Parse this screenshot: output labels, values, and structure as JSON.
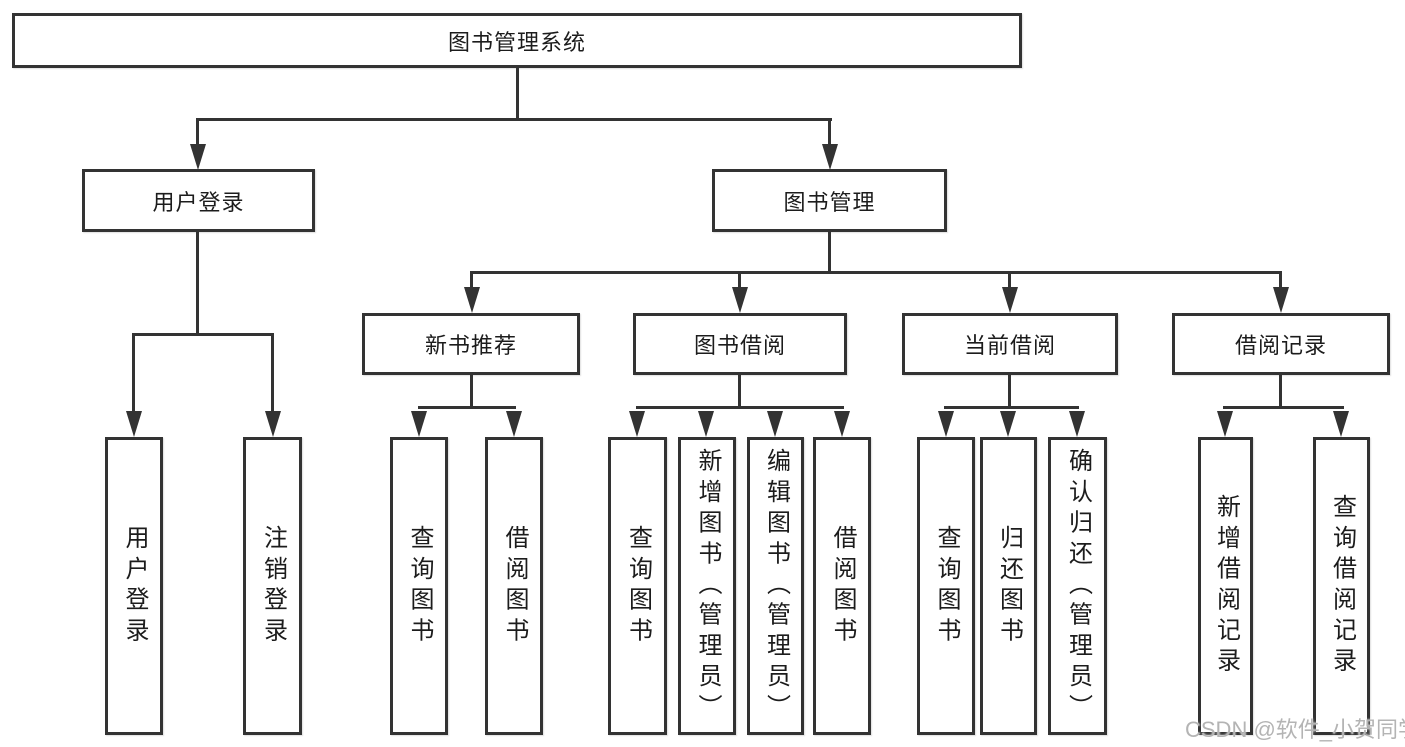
{
  "watermark": "CSDN @软件_小贺同学",
  "colors": {
    "line": "#333333",
    "text": "#1c1c1c",
    "box_background": "#ffffff",
    "watermark": "#b4b4b4"
  },
  "tree": {
    "label": "图书管理系统",
    "children": [
      {
        "label": "用户登录",
        "children": [
          {
            "label": "用户登录"
          },
          {
            "label": "注销登录"
          }
        ]
      },
      {
        "label": "图书管理",
        "children": [
          {
            "label": "新书推荐",
            "children": [
              {
                "label": "查询图书"
              },
              {
                "label": "借阅图书"
              }
            ]
          },
          {
            "label": "图书借阅",
            "children": [
              {
                "label": "查询图书"
              },
              {
                "label": "新增图书（管理员）"
              },
              {
                "label": "编辑图书（管理员）"
              },
              {
                "label": "借阅图书"
              }
            ]
          },
          {
            "label": "当前借阅",
            "children": [
              {
                "label": "查询图书"
              },
              {
                "label": "归还图书"
              },
              {
                "label": "确认归还（管理员）"
              }
            ]
          },
          {
            "label": "借阅记录",
            "children": [
              {
                "label": "新增借阅记录"
              },
              {
                "label": "查询借阅记录"
              }
            ]
          }
        ]
      }
    ]
  }
}
